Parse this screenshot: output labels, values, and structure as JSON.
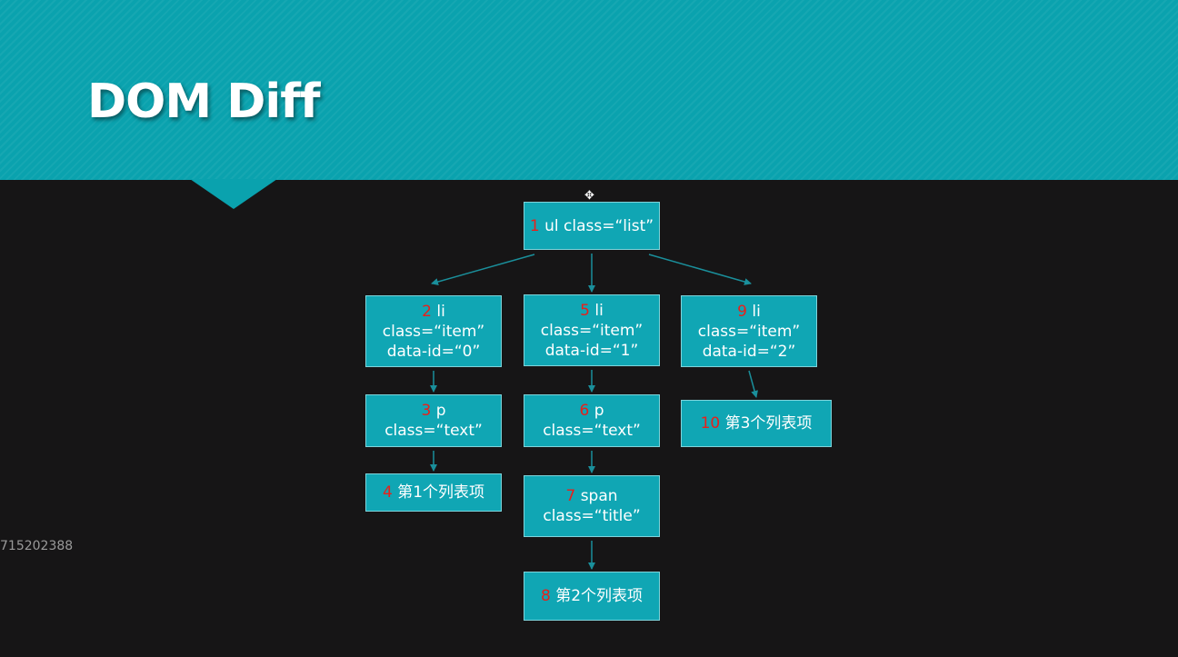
{
  "slide": {
    "title": "DOM Diff",
    "side_text": "715202388",
    "colors": {
      "header": "#0aa2ae",
      "background": "#161516",
      "node": "#10a6b4",
      "number": "#e8201a",
      "edge": "#1a8f9b"
    }
  },
  "nodes": [
    {
      "id": "n1",
      "num": "1",
      "lines": [
        "ul class=“list”"
      ]
    },
    {
      "id": "n2",
      "num": "2",
      "lines": [
        "li",
        "class=“item”",
        "data-id=“0”"
      ]
    },
    {
      "id": "n3",
      "num": "3",
      "lines": [
        "p",
        "class=“text”"
      ]
    },
    {
      "id": "n4",
      "num": "4",
      "lines": [
        "第1个列表项"
      ]
    },
    {
      "id": "n5",
      "num": "5",
      "lines": [
        "li",
        "class=“item”",
        "data-id=“1”"
      ]
    },
    {
      "id": "n6",
      "num": "6",
      "lines": [
        "p",
        "class=“text”"
      ]
    },
    {
      "id": "n7",
      "num": "7",
      "lines": [
        "span",
        "class=“title”"
      ]
    },
    {
      "id": "n8",
      "num": "8",
      "lines": [
        "第2个列表项"
      ]
    },
    {
      "id": "n9",
      "num": "9",
      "lines": [
        "li",
        "class=“item”",
        "data-id=“2”"
      ]
    },
    {
      "id": "n10",
      "num": "10",
      "lines": [
        "第3个列表项"
      ]
    }
  ],
  "edges": [
    [
      "n1",
      "n2"
    ],
    [
      "n1",
      "n5"
    ],
    [
      "n1",
      "n9"
    ],
    [
      "n2",
      "n3"
    ],
    [
      "n3",
      "n4"
    ],
    [
      "n5",
      "n6"
    ],
    [
      "n6",
      "n7"
    ],
    [
      "n7",
      "n8"
    ],
    [
      "n9",
      "n10"
    ]
  ]
}
